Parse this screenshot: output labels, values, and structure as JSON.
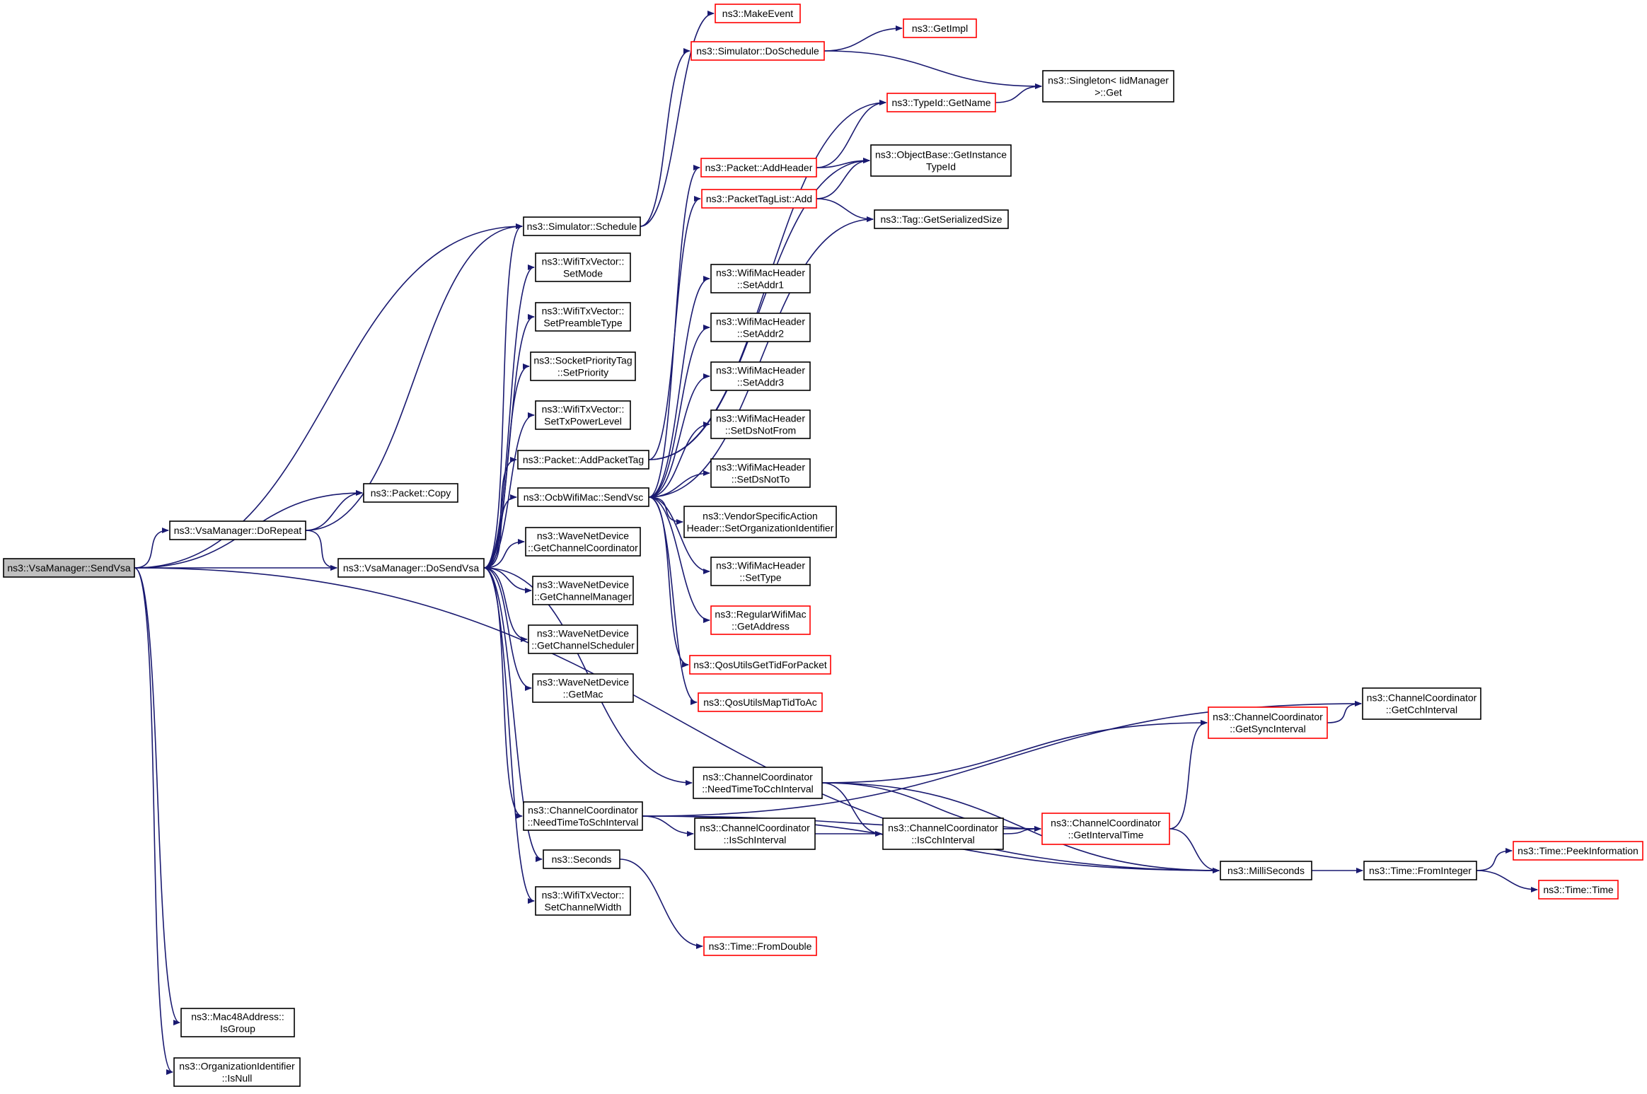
{
  "colors": {
    "edge": "#191970",
    "border_black": "#000000",
    "border_red": "#ff0000",
    "root_fill": "#bfbfbf",
    "node_fill": "#ffffff"
  },
  "nodes": [
    {
      "id": "sendvsa",
      "label": [
        "ns3::VsaManager::SendVsa"
      ],
      "kind": "root"
    },
    {
      "id": "dorepeat",
      "label": [
        "ns3::VsaManager::DoRepeat"
      ],
      "kind": "black"
    },
    {
      "id": "dosendvsa",
      "label": [
        "ns3::VsaManager::DoSendVsa"
      ],
      "kind": "black"
    },
    {
      "id": "copy",
      "label": [
        "ns3::Packet::Copy"
      ],
      "kind": "black"
    },
    {
      "id": "isgroup",
      "label": [
        "ns3::Mac48Address::",
        "IsGroup"
      ],
      "kind": "black"
    },
    {
      "id": "isnull",
      "label": [
        "ns3::OrganizationIdentifier",
        "::IsNull"
      ],
      "kind": "black"
    },
    {
      "id": "schedule",
      "label": [
        "ns3::Simulator::Schedule"
      ],
      "kind": "black"
    },
    {
      "id": "setmode",
      "label": [
        "ns3::WifiTxVector::",
        "SetMode"
      ],
      "kind": "black"
    },
    {
      "id": "setpreamble",
      "label": [
        "ns3::WifiTxVector::",
        "SetPreambleType"
      ],
      "kind": "black"
    },
    {
      "id": "setpriority",
      "label": [
        "ns3::SocketPriorityTag",
        "::SetPriority"
      ],
      "kind": "black"
    },
    {
      "id": "settxpower",
      "label": [
        "ns3::WifiTxVector::",
        "SetTxPowerLevel"
      ],
      "kind": "black"
    },
    {
      "id": "addpackettag",
      "label": [
        "ns3::Packet::AddPacketTag"
      ],
      "kind": "black"
    },
    {
      "id": "sendvsc",
      "label": [
        "ns3::OcbWifiMac::SendVsc"
      ],
      "kind": "black"
    },
    {
      "id": "getchcoord",
      "label": [
        "ns3::WaveNetDevice",
        "::GetChannelCoordinator"
      ],
      "kind": "black"
    },
    {
      "id": "getchmgr",
      "label": [
        "ns3::WaveNetDevice",
        "::GetChannelManager"
      ],
      "kind": "black"
    },
    {
      "id": "getchsched",
      "label": [
        "ns3::WaveNetDevice",
        "::GetChannelScheduler"
      ],
      "kind": "black"
    },
    {
      "id": "getmac",
      "label": [
        "ns3::WaveNetDevice",
        "::GetMac"
      ],
      "kind": "black"
    },
    {
      "id": "needsch",
      "label": [
        "ns3::ChannelCoordinator",
        "::NeedTimeToSchInterval"
      ],
      "kind": "black"
    },
    {
      "id": "seconds",
      "label": [
        "ns3::Seconds"
      ],
      "kind": "black"
    },
    {
      "id": "setchwidth",
      "label": [
        "ns3::WifiTxVector::",
        "SetChannelWidth"
      ],
      "kind": "black"
    },
    {
      "id": "makeevent",
      "label": [
        "ns3::MakeEvent"
      ],
      "kind": "red"
    },
    {
      "id": "doschedule",
      "label": [
        "ns3::Simulator::DoSchedule"
      ],
      "kind": "red"
    },
    {
      "id": "getimpl",
      "label": [
        "ns3::GetImpl"
      ],
      "kind": "red"
    },
    {
      "id": "singleton",
      "label": [
        "ns3::Singleton< IidManager",
        ">::Get"
      ],
      "kind": "black"
    },
    {
      "id": "typeidname",
      "label": [
        "ns3::TypeId::GetName"
      ],
      "kind": "red"
    },
    {
      "id": "addheader",
      "label": [
        "ns3::Packet::AddHeader"
      ],
      "kind": "red"
    },
    {
      "id": "getinstance",
      "label": [
        "ns3::ObjectBase::GetInstance",
        "TypeId"
      ],
      "kind": "black"
    },
    {
      "id": "ptladd",
      "label": [
        "ns3::PacketTagList::Add"
      ],
      "kind": "red"
    },
    {
      "id": "getsersize",
      "label": [
        "ns3::Tag::GetSerializedSize"
      ],
      "kind": "black"
    },
    {
      "id": "setaddr1",
      "label": [
        "ns3::WifiMacHeader",
        "::SetAddr1"
      ],
      "kind": "black"
    },
    {
      "id": "setaddr2",
      "label": [
        "ns3::WifiMacHeader",
        "::SetAddr2"
      ],
      "kind": "black"
    },
    {
      "id": "setaddr3",
      "label": [
        "ns3::WifiMacHeader",
        "::SetAddr3"
      ],
      "kind": "black"
    },
    {
      "id": "setdsnotfrom",
      "label": [
        "ns3::WifiMacHeader",
        "::SetDsNotFrom"
      ],
      "kind": "black"
    },
    {
      "id": "setdsnotto",
      "label": [
        "ns3::WifiMacHeader",
        "::SetDsNotTo"
      ],
      "kind": "black"
    },
    {
      "id": "vendorhdr",
      "label": [
        "ns3::VendorSpecificAction",
        "Header::SetOrganizationIdentifier"
      ],
      "kind": "black"
    },
    {
      "id": "settype",
      "label": [
        "ns3::WifiMacHeader",
        "::SetType"
      ],
      "kind": "black"
    },
    {
      "id": "getaddress",
      "label": [
        "ns3::RegularWifiMac",
        "::GetAddress"
      ],
      "kind": "red"
    },
    {
      "id": "qostid",
      "label": [
        "ns3::QosUtilsGetTidForPacket"
      ],
      "kind": "red"
    },
    {
      "id": "qosmap",
      "label": [
        "ns3::QosUtilsMapTidToAc"
      ],
      "kind": "red"
    },
    {
      "id": "getcch",
      "label": [
        "ns3::ChannelCoordinator",
        "::GetCchInterval"
      ],
      "kind": "black"
    },
    {
      "id": "getsync",
      "label": [
        "ns3::ChannelCoordinator",
        "::GetSyncInterval"
      ],
      "kind": "red"
    },
    {
      "id": "needcch",
      "label": [
        "ns3::ChannelCoordinator",
        "::NeedTimeToCchInterval"
      ],
      "kind": "black"
    },
    {
      "id": "issch",
      "label": [
        "ns3::ChannelCoordinator",
        "::IsSchInterval"
      ],
      "kind": "black"
    },
    {
      "id": "iscch",
      "label": [
        "ns3::ChannelCoordinator",
        "::IsCchInterval"
      ],
      "kind": "black"
    },
    {
      "id": "getinterval",
      "label": [
        "ns3::ChannelCoordinator",
        "::GetIntervalTime"
      ],
      "kind": "red"
    },
    {
      "id": "milliseconds",
      "label": [
        "ns3::MilliSeconds"
      ],
      "kind": "black"
    },
    {
      "id": "frominteger",
      "label": [
        "ns3::Time::FromInteger"
      ],
      "kind": "black"
    },
    {
      "id": "peekinfo",
      "label": [
        "ns3::Time::PeekInformation"
      ],
      "kind": "red"
    },
    {
      "id": "timetime",
      "label": [
        "ns3::Time::Time"
      ],
      "kind": "red"
    },
    {
      "id": "fromdouble",
      "label": [
        "ns3::Time::FromDouble"
      ],
      "kind": "red"
    }
  ],
  "edges": [
    [
      "sendvsa",
      "dorepeat"
    ],
    [
      "sendvsa",
      "dosendvsa"
    ],
    [
      "sendvsa",
      "schedule"
    ],
    [
      "sendvsa",
      "copy"
    ],
    [
      "sendvsa",
      "isgroup"
    ],
    [
      "sendvsa",
      "isnull"
    ],
    [
      "sendvsa",
      "milliseconds"
    ],
    [
      "dorepeat",
      "copy"
    ],
    [
      "dorepeat",
      "dosendvsa"
    ],
    [
      "dorepeat",
      "schedule"
    ],
    [
      "dosendvsa",
      "schedule"
    ],
    [
      "dosendvsa",
      "setmode"
    ],
    [
      "dosendvsa",
      "setpreamble"
    ],
    [
      "dosendvsa",
      "setpriority"
    ],
    [
      "dosendvsa",
      "settxpower"
    ],
    [
      "dosendvsa",
      "addpackettag"
    ],
    [
      "dosendvsa",
      "sendvsc"
    ],
    [
      "dosendvsa",
      "getchcoord"
    ],
    [
      "dosendvsa",
      "getchmgr"
    ],
    [
      "dosendvsa",
      "getchsched"
    ],
    [
      "dosendvsa",
      "getmac"
    ],
    [
      "dosendvsa",
      "needsch"
    ],
    [
      "dosendvsa",
      "seconds"
    ],
    [
      "dosendvsa",
      "setchwidth"
    ],
    [
      "dosendvsa",
      "needcch"
    ],
    [
      "schedule",
      "makeevent"
    ],
    [
      "schedule",
      "doschedule"
    ],
    [
      "doschedule",
      "getimpl"
    ],
    [
      "doschedule",
      "singleton"
    ],
    [
      "typeidname",
      "singleton"
    ],
    [
      "addpackettag",
      "ptladd"
    ],
    [
      "addpackettag",
      "typeidname"
    ],
    [
      "addpackettag",
      "getinstance"
    ],
    [
      "addheader",
      "typeidname"
    ],
    [
      "addheader",
      "getinstance"
    ],
    [
      "ptladd",
      "getinstance"
    ],
    [
      "ptladd",
      "getsersize"
    ],
    [
      "sendvsc",
      "addheader"
    ],
    [
      "sendvsc",
      "getsersize"
    ],
    [
      "sendvsc",
      "setaddr1"
    ],
    [
      "sendvsc",
      "setaddr2"
    ],
    [
      "sendvsc",
      "setaddr3"
    ],
    [
      "sendvsc",
      "setdsnotfrom"
    ],
    [
      "sendvsc",
      "setdsnotto"
    ],
    [
      "sendvsc",
      "vendorhdr"
    ],
    [
      "sendvsc",
      "settype"
    ],
    [
      "sendvsc",
      "getaddress"
    ],
    [
      "sendvsc",
      "qostid"
    ],
    [
      "sendvsc",
      "qosmap"
    ],
    [
      "needsch",
      "getcch"
    ],
    [
      "needsch",
      "issch"
    ],
    [
      "needsch",
      "getinterval"
    ],
    [
      "needsch",
      "milliseconds"
    ],
    [
      "needcch",
      "getsync"
    ],
    [
      "needcch",
      "iscch"
    ],
    [
      "needcch",
      "getinterval"
    ],
    [
      "needcch",
      "milliseconds"
    ],
    [
      "issch",
      "iscch"
    ],
    [
      "iscch",
      "getinterval"
    ],
    [
      "getinterval",
      "getsync"
    ],
    [
      "getinterval",
      "milliseconds"
    ],
    [
      "getsync",
      "getcch"
    ],
    [
      "milliseconds",
      "frominteger"
    ],
    [
      "frominteger",
      "peekinfo"
    ],
    [
      "frominteger",
      "timetime"
    ],
    [
      "seconds",
      "fromdouble"
    ]
  ]
}
